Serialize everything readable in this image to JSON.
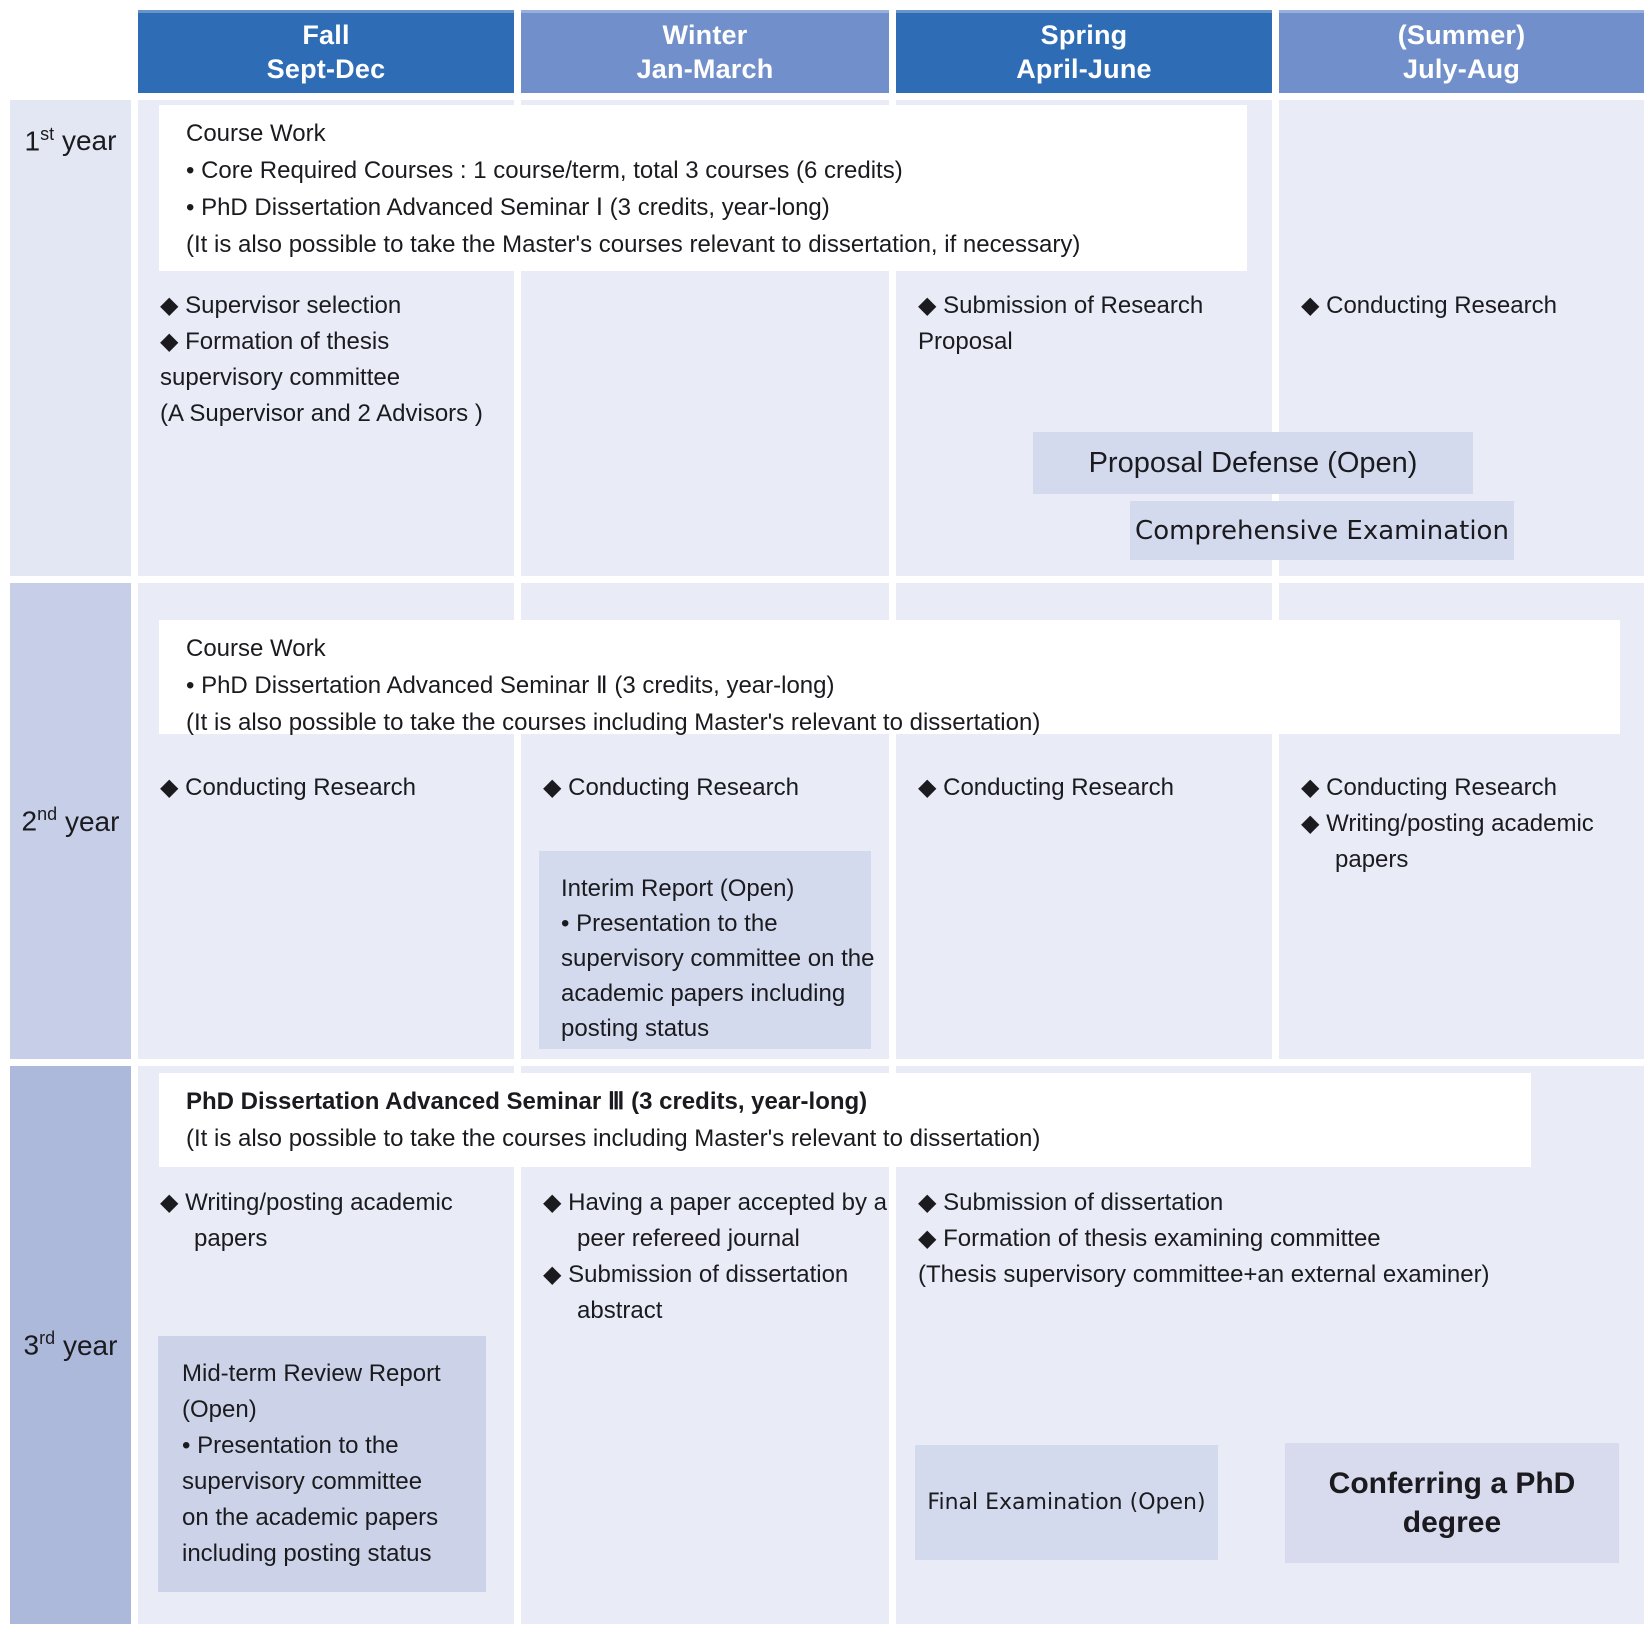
{
  "colors": {
    "header_dark": "#2e6cb5",
    "header_light": "#7190cb",
    "header_text": "#ffffff",
    "cell": "#e9ecf6",
    "year1": "#e3e7f3",
    "year2": "#c6cee8",
    "year3": "#acb9db",
    "box": "#d4daee",
    "box_deep": "#ccd3e9",
    "box_light": "#d8dbee",
    "white": "#ffffff",
    "text": "#1b1b1f"
  },
  "header": {
    "columns": [
      {
        "line1": "Fall",
        "line2": "Sept-Dec"
      },
      {
        "line1": "Winter",
        "line2": "Jan-March"
      },
      {
        "line1": "Spring",
        "line2": "April-June"
      },
      {
        "line1": "(Summer)",
        "line2": "July-Aug"
      }
    ]
  },
  "years": [
    {
      "num": "1",
      "suffix": "st",
      "word": "year"
    },
    {
      "num": "2",
      "suffix": "nd",
      "word": "year"
    },
    {
      "num": "3",
      "suffix": "rd",
      "word": "year"
    }
  ],
  "year1": {
    "coursework": {
      "lines": [
        "Course Work",
        "• Core Required Courses : 1 course/term, total 3 courses (6 credits)",
        "• PhD Dissertation Advanced Seminar Ⅰ (3 credits, year-long)",
        "(It is also possible to take the Master's courses relevant to dissertation, if necessary)"
      ]
    },
    "fall": "◆ Supervisor selection\n◆ Formation of thesis\nsupervisory committee\n(A Supervisor and 2 Advisors )",
    "spring": "◆ Submission of Research\nProposal",
    "summer": "◆ Conducting Research",
    "proposal_defense": "Proposal Defense (Open)",
    "comprehensive_exam": "Comprehensive Examination"
  },
  "year2": {
    "coursework": {
      "lines": [
        "Course Work",
        "• PhD Dissertation Advanced Seminar Ⅱ (3 credits, year-long)",
        "(It is also possible to take the courses including Master's relevant to dissertation)"
      ]
    },
    "fall": "◆ Conducting Research",
    "winter": "◆ Conducting Research",
    "spring": "◆ Conducting Research",
    "summer_items": [
      "◆ Conducting Research",
      "◆ Writing/posting academic\npapers"
    ],
    "interim_report": "Interim Report (Open)\n• Presentation to the\nsupervisory committee on the\nacademic papers including\nposting status"
  },
  "year3": {
    "coursework": {
      "lines": [
        "PhD Dissertation Advanced Seminar Ⅲ (3 credits, year-long)",
        "(It is also possible to take the courses including Master's relevant to dissertation)"
      ]
    },
    "fall_item": "◆ Writing/posting academic\npapers",
    "midterm_report": "Mid-term Review Report\n(Open)\n• Presentation to the\nsupervisory committee\non the academic papers\nincluding posting status",
    "winter_items": [
      "◆ Having a paper accepted by a\npeer refereed journal",
      "◆ Submission of dissertation\nabstract"
    ],
    "spring_items": [
      "◆ Submission of dissertation",
      "◆ Formation of thesis examining committee",
      "(Thesis supervisory committee+an external examiner)"
    ],
    "final_exam": "Final Examination (Open)",
    "conferring": "Conferring a PhD\ndegree"
  }
}
